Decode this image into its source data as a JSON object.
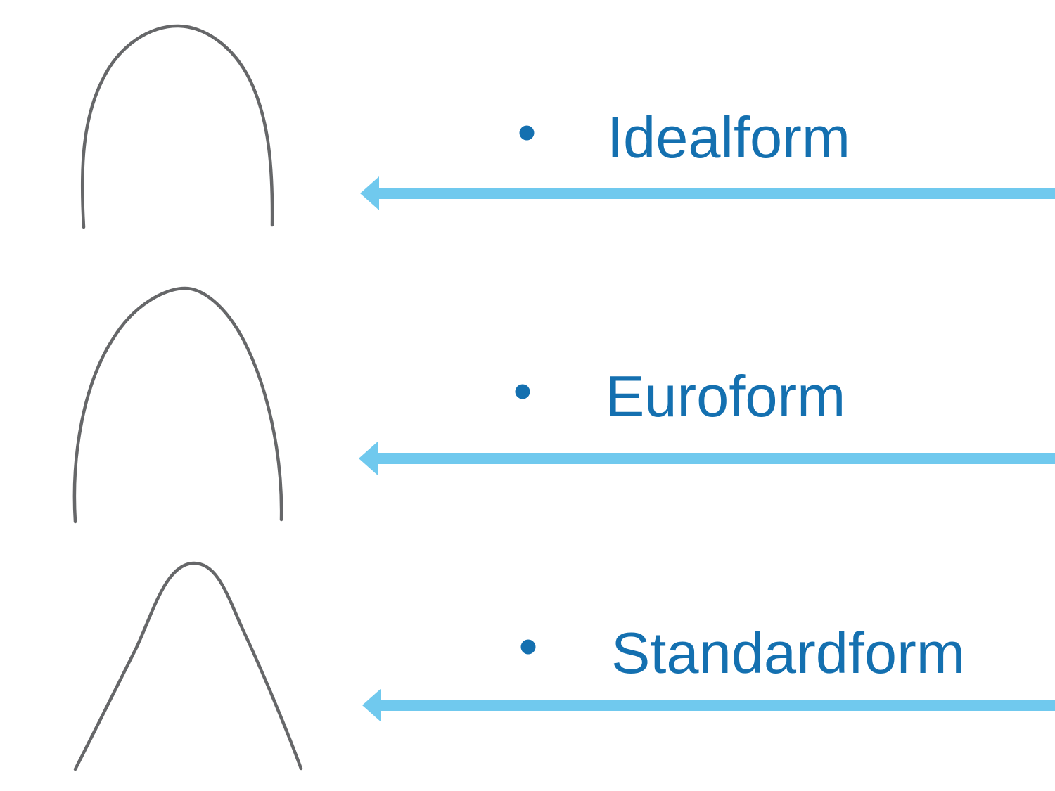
{
  "slide": {
    "background": "#ffffff",
    "description": "Archwire form comparison slide"
  },
  "colors": {
    "label_text": "#1470B0",
    "bullet": "#1470B0",
    "arrow": "#70C9EE",
    "wire": "#595A5C"
  },
  "items": [
    {
      "label": "Idealform",
      "shape": "idealform-archwire"
    },
    {
      "label": "Euroform",
      "shape": "euroform-archwire"
    },
    {
      "label": "Standardform",
      "shape": "standardform-archwire"
    }
  ]
}
